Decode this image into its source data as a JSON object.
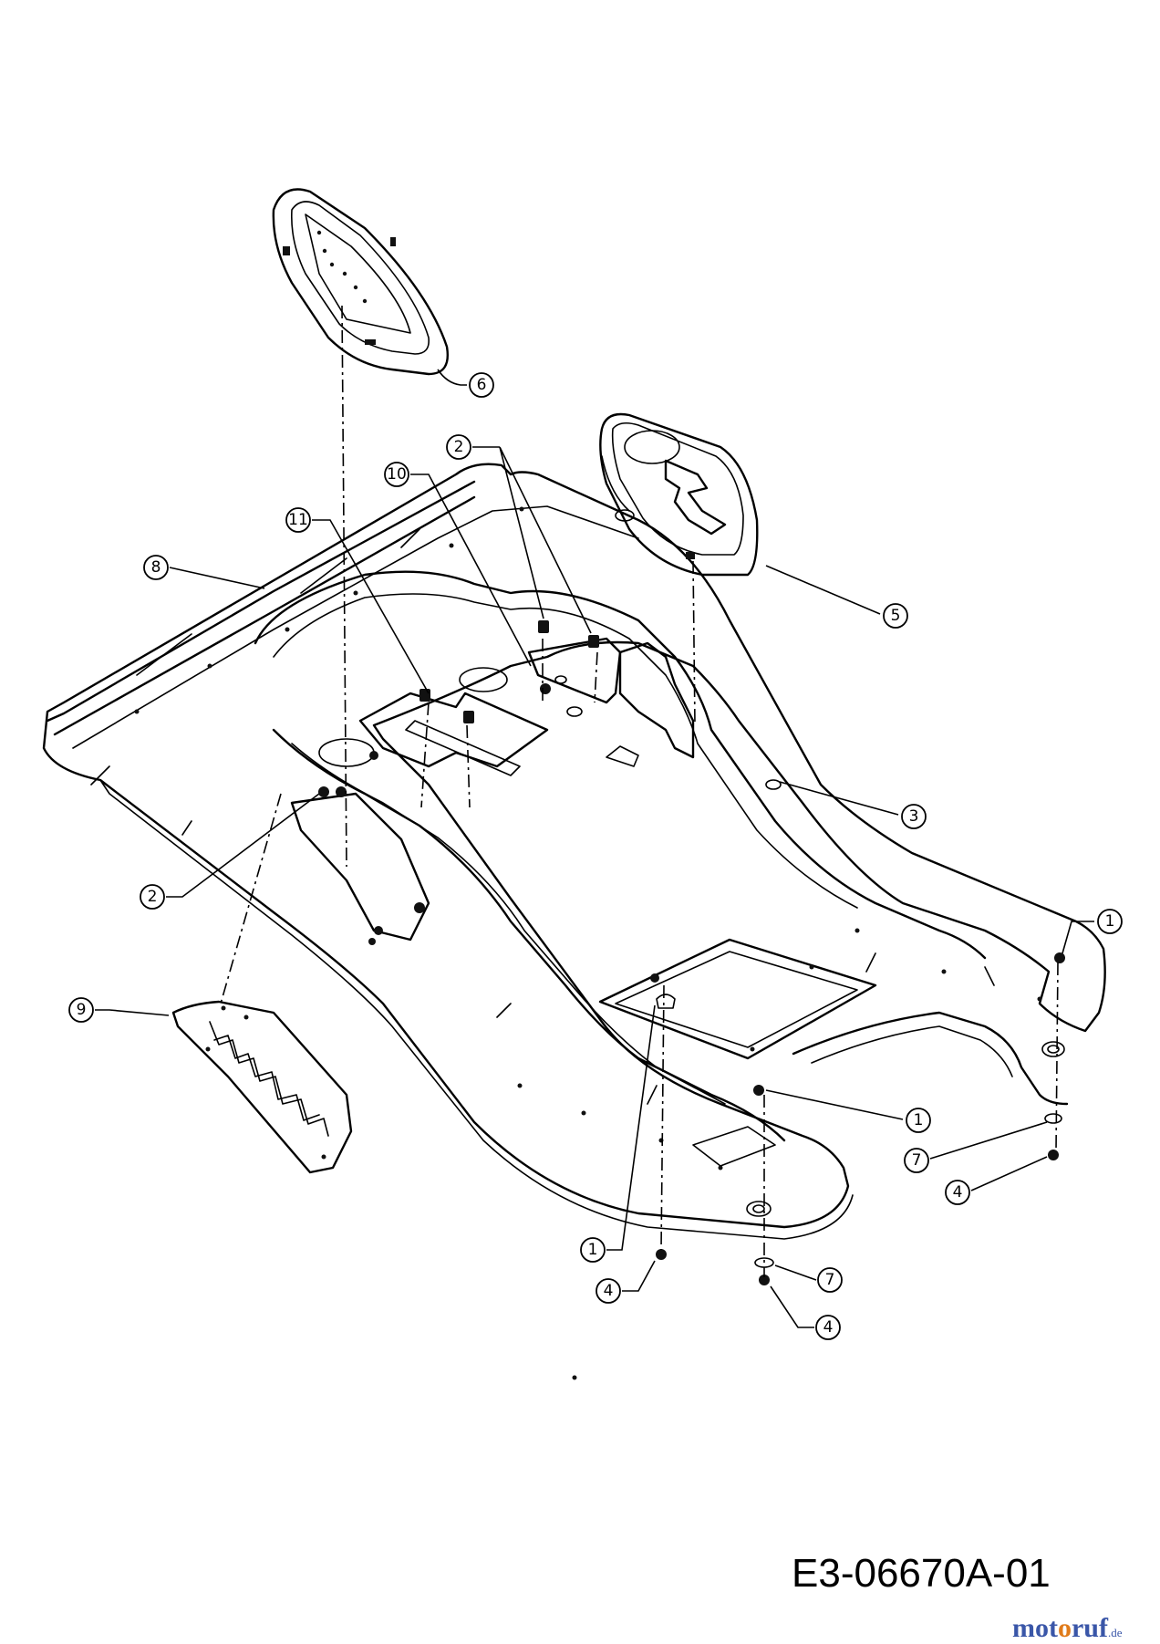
{
  "drawing": {
    "code": "E3-06670A-01",
    "watermark": {
      "part1": "mot",
      "part2": "o",
      "part3": "ruf",
      "tld": ".de"
    }
  },
  "callouts": [
    {
      "id": "c-1a",
      "number": "1"
    },
    {
      "id": "c-1b",
      "number": "1"
    },
    {
      "id": "c-1c",
      "number": "1"
    },
    {
      "id": "c-2a",
      "number": "2"
    },
    {
      "id": "c-2b",
      "number": "2"
    },
    {
      "id": "c-3",
      "number": "3"
    },
    {
      "id": "c-4a",
      "number": "4"
    },
    {
      "id": "c-4b",
      "number": "4"
    },
    {
      "id": "c-4c",
      "number": "4"
    },
    {
      "id": "c-5",
      "number": "5"
    },
    {
      "id": "c-6",
      "number": "6"
    },
    {
      "id": "c-7a",
      "number": "7"
    },
    {
      "id": "c-7b",
      "number": "7"
    },
    {
      "id": "c-8",
      "number": "8"
    },
    {
      "id": "c-9",
      "number": "9"
    },
    {
      "id": "c-10",
      "number": "10"
    },
    {
      "id": "c-11",
      "number": "11"
    }
  ]
}
